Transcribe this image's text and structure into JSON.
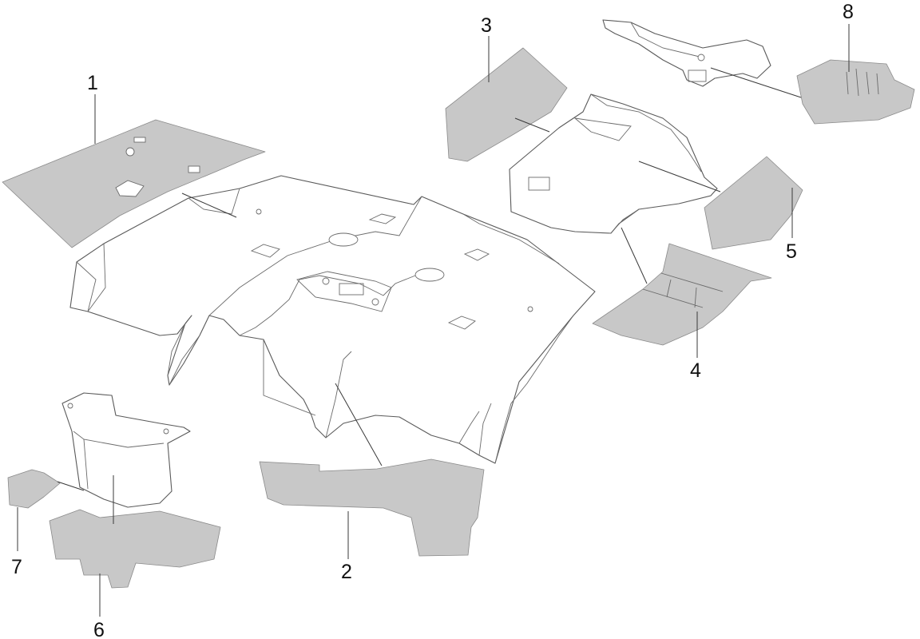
{
  "colors": {
    "insulation_fill": "#c8c8c8",
    "outline": "#5a5a5a",
    "label": "#111111",
    "background": "#ffffff"
  },
  "callouts": [
    {
      "id": "1",
      "label": "1"
    },
    {
      "id": "2",
      "label": "2"
    },
    {
      "id": "3",
      "label": "3"
    },
    {
      "id": "4",
      "label": "4"
    },
    {
      "id": "5",
      "label": "5"
    },
    {
      "id": "6",
      "label": "6"
    },
    {
      "id": "7",
      "label": "7"
    },
    {
      "id": "8",
      "label": "8"
    }
  ]
}
